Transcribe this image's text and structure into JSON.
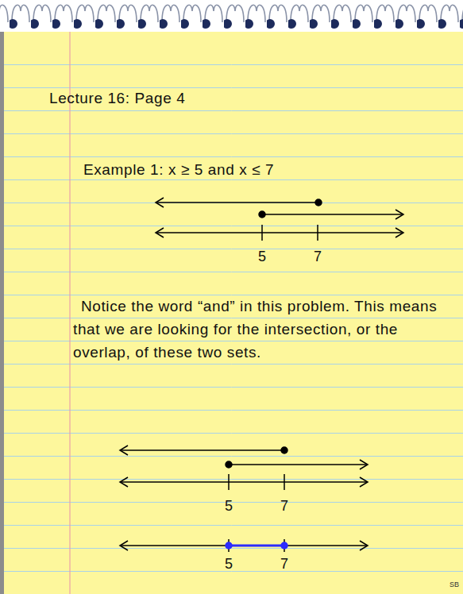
{
  "diagram": {
    "title": "Lecture 16: Page 4",
    "labels": [
      "Example 1: x ≥ 5 and x ≤ 7",
      "5",
      "7",
      "Notice the word “and” in this problem. This means that we are looking for the intersection, or the overlap, of these two sets.",
      "5",
      "7",
      "5",
      "7",
      "SB"
    ]
  }
}
